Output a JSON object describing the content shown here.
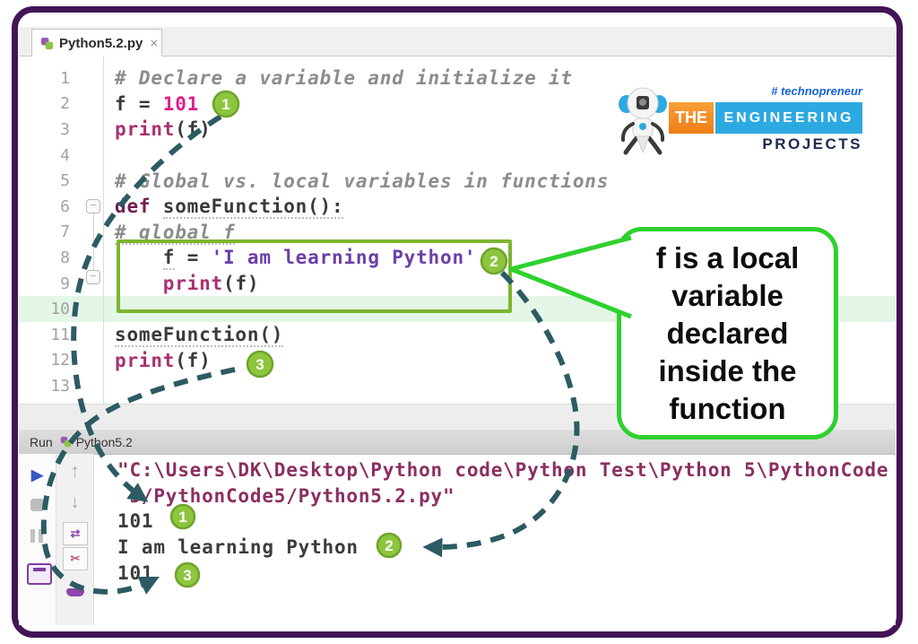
{
  "window": {
    "tab": {
      "title": "Python5.2.py",
      "close": "×"
    }
  },
  "logo": {
    "tagline": "# technopreneur",
    "the": "THE",
    "engineering": "ENGINEERING",
    "projects": "PROJECTS"
  },
  "editor": {
    "lines": [
      {
        "n": "1",
        "tokens": [
          {
            "t": "# Declare a variable and initialize it",
            "c": "comment"
          }
        ]
      },
      {
        "n": "2",
        "tokens": [
          {
            "t": "f = ",
            "c": "plain"
          },
          {
            "t": "101",
            "c": "number"
          }
        ]
      },
      {
        "n": "3",
        "tokens": [
          {
            "t": "print",
            "c": "func"
          },
          {
            "t": "(f)",
            "c": "plain"
          }
        ]
      },
      {
        "n": "4",
        "tokens": []
      },
      {
        "n": "5",
        "tokens": [
          {
            "t": "# Global vs. local variables in functions",
            "c": "comment"
          }
        ]
      },
      {
        "n": "6",
        "tokens": [
          {
            "t": "def ",
            "c": "keyword"
          },
          {
            "t": "someFunction():",
            "c": "plain u"
          }
        ]
      },
      {
        "n": "7",
        "tokens": [
          {
            "t": "# global f",
            "c": "comment u"
          }
        ]
      },
      {
        "n": "8",
        "tokens": [
          {
            "t": "    ",
            "c": "plain"
          },
          {
            "t": "f",
            "c": "plain u"
          },
          {
            "t": " = ",
            "c": "plain"
          },
          {
            "t": "'I am learning Python'",
            "c": "string"
          }
        ]
      },
      {
        "n": "9",
        "tokens": [
          {
            "t": "    ",
            "c": "plain"
          },
          {
            "t": "print",
            "c": "func"
          },
          {
            "t": "(f)",
            "c": "plain"
          }
        ]
      },
      {
        "n": "10",
        "hl": true,
        "tokens": []
      },
      {
        "n": "11",
        "tokens": [
          {
            "t": "someFunction()",
            "c": "plain u"
          }
        ]
      },
      {
        "n": "12",
        "tokens": [
          {
            "t": "print",
            "c": "func"
          },
          {
            "t": "(f)",
            "c": "plain"
          }
        ]
      },
      {
        "n": "13",
        "tokens": []
      }
    ]
  },
  "run_panel": {
    "label": "Run",
    "tab": "Python5.2",
    "icons": {
      "play": "▶",
      "up": "↑",
      "down": "↓"
    }
  },
  "console": {
    "lines": [
      {
        "t": "\"C:\\Users\\DK\\Desktop\\Python code\\Python Test\\Python 5\\PythonCode",
        "c": "path"
      },
      {
        "t": " 5/PythonCode5/Python5.2.py\"",
        "c": "path"
      },
      {
        "t": "101",
        "c": "out"
      },
      {
        "t": "I am learning Python",
        "c": "out"
      },
      {
        "t": "101",
        "c": "out"
      }
    ]
  },
  "callout": {
    "text": "f is a local variable declared inside the function"
  },
  "annotations": {
    "c1": "1",
    "c2": "2",
    "c3": "3"
  },
  "colors": {
    "frame_purple": "#431456",
    "arrow_teal": "#2c5b64",
    "badge_green": "#8cc63e",
    "box_green": "#7db52f",
    "bubble_green": "#2ed12e",
    "line_highlight": "#e4f6e6",
    "logo_orange": "#f68b1f",
    "logo_blue": "#2da9e1",
    "number_pink": "#e01f8c",
    "string_purple": "#6b3fa6"
  }
}
